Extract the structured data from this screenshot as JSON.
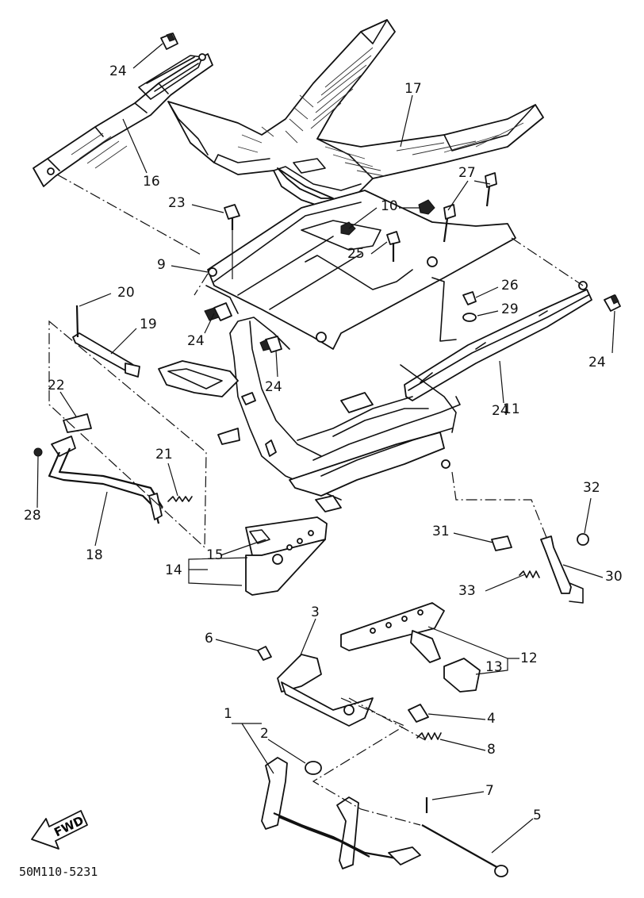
{
  "diagram_code": "50M110-5231",
  "fwd_label": "FWD",
  "callouts": [
    {
      "id": "c24a",
      "text": "24"
    },
    {
      "id": "c16",
      "text": "16"
    },
    {
      "id": "c17",
      "text": "17"
    },
    {
      "id": "c23",
      "text": "23"
    },
    {
      "id": "c27",
      "text": "27"
    },
    {
      "id": "c10",
      "text": "10"
    },
    {
      "id": "c9",
      "text": "9"
    },
    {
      "id": "c25",
      "text": "25"
    },
    {
      "id": "c26",
      "text": "26"
    },
    {
      "id": "c29",
      "text": "29"
    },
    {
      "id": "c24b",
      "text": "24"
    },
    {
      "id": "c20",
      "text": "20"
    },
    {
      "id": "c19",
      "text": "19"
    },
    {
      "id": "c24c",
      "text": "24"
    },
    {
      "id": "c24d",
      "text": "24"
    },
    {
      "id": "c24e",
      "text": "24"
    },
    {
      "id": "c11",
      "text": "11"
    },
    {
      "id": "c22",
      "text": "22"
    },
    {
      "id": "c21",
      "text": "21"
    },
    {
      "id": "c28",
      "text": "28"
    },
    {
      "id": "c18",
      "text": "18"
    },
    {
      "id": "c15",
      "text": "15"
    },
    {
      "id": "c14",
      "text": "14"
    },
    {
      "id": "c32",
      "text": "32"
    },
    {
      "id": "c31",
      "text": "31"
    },
    {
      "id": "c30",
      "text": "30"
    },
    {
      "id": "c33",
      "text": "33"
    },
    {
      "id": "c3",
      "text": "3"
    },
    {
      "id": "c6",
      "text": "6"
    },
    {
      "id": "c12",
      "text": "12"
    },
    {
      "id": "c13",
      "text": "13"
    },
    {
      "id": "c4",
      "text": "4"
    },
    {
      "id": "c1",
      "text": "1"
    },
    {
      "id": "c2",
      "text": "2"
    },
    {
      "id": "c8",
      "text": "8"
    },
    {
      "id": "c7",
      "text": "7"
    },
    {
      "id": "c5",
      "text": "5"
    }
  ]
}
